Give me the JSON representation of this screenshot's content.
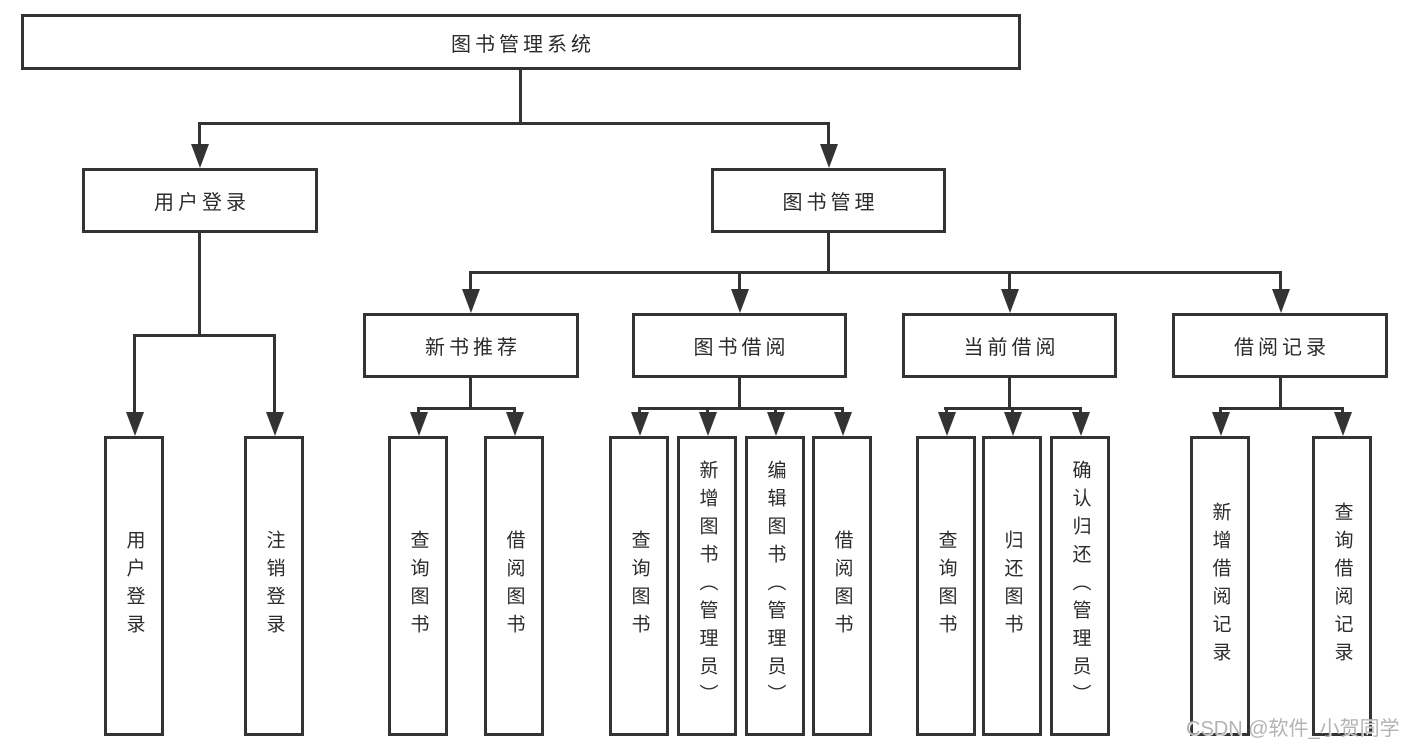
{
  "nodes": {
    "root": "图书管理系统",
    "user_login": "用户登录",
    "book_mgmt": "图书管理",
    "new_book": "新书推荐",
    "book_borrow": "图书借阅",
    "current_borrow": "当前借阅",
    "borrow_record": "借阅记录",
    "leaves": {
      "user_login": [
        "用户登录",
        "注销登录"
      ],
      "new_book": [
        "查询图书",
        "借阅图书"
      ],
      "book_borrow": [
        "查询图书",
        "新增图书（管理员）",
        "编辑图书（管理员）",
        "借阅图书"
      ],
      "current_borrow": [
        "查询图书",
        "归还图书",
        "确认归还（管理员）"
      ],
      "borrow_record": [
        "新增借阅记录",
        "查询借阅记录"
      ]
    }
  },
  "watermark": "CSDN @软件_小贺同学",
  "colors": {
    "line": "#333333",
    "text": "#2b2b2b",
    "background": "#ffffff",
    "watermark": "#b3b3b3"
  }
}
